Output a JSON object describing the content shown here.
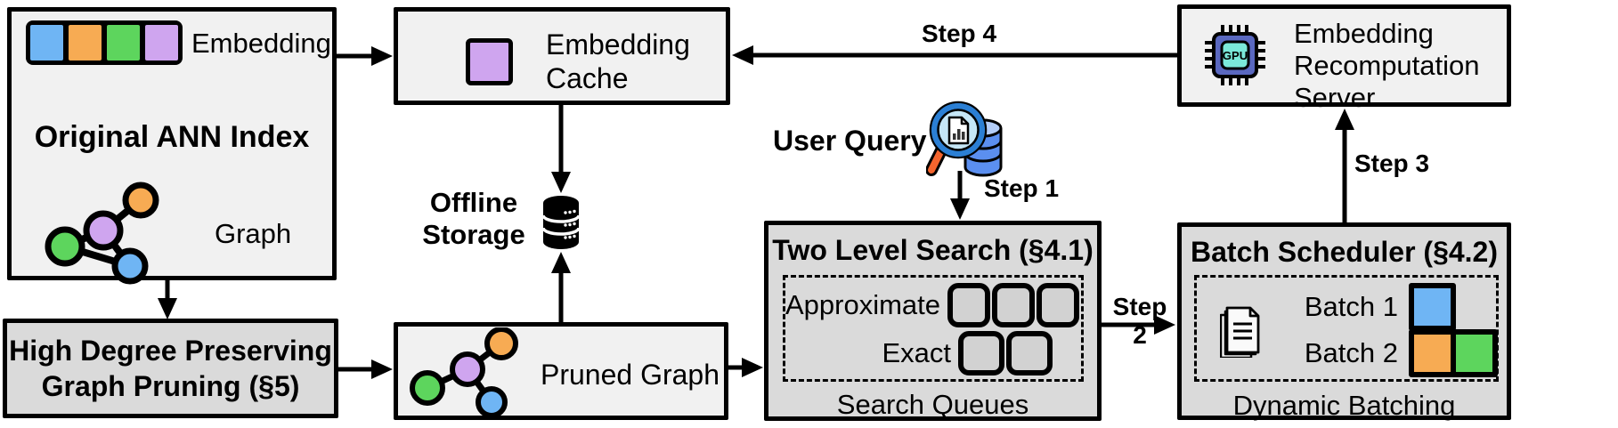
{
  "colors": {
    "blue": "#6fb5f4",
    "orange": "#f7ab53",
    "green": "#5dd55d",
    "purple": "#cfa5ef",
    "box_light": "#f1f1f1",
    "box_gray": "#dadada",
    "queue_fill": "#d2d2d2",
    "gpu_body": "#5a68c0",
    "gpu_screen": "#7be9da",
    "db_blue": "#5b8ff0",
    "db_blue_light": "#b3cdf8",
    "lens_blue": "#c5e6f6",
    "rim_blue": "#2b7fd4",
    "handle_orange": "#f4652e"
  },
  "boxes": {
    "original_ann_index": {
      "title": "Original ANN Index",
      "embedding_label": "Embedding",
      "graph_label": "Graph",
      "embedding_vector_colors": [
        "blue",
        "orange",
        "green",
        "purple"
      ]
    },
    "embedding_cache": {
      "label": "Embedding Cache"
    },
    "embedding_recomputation_server": {
      "label": "Embedding Recomputation Server",
      "chip_text": "GPU"
    },
    "offline_storage": {
      "label": "Offline Storage"
    },
    "user_query": {
      "label": "User Query"
    },
    "two_level_search": {
      "title": "Two Level Search (§4.1)",
      "approximate_label": "Approximate",
      "exact_label": "Exact",
      "approximate_queue_count": 3,
      "exact_queue_count": 2,
      "caption": "Search Queues"
    },
    "batch_scheduler": {
      "title": "Batch Scheduler (§4.2)",
      "batch1_label": "Batch 1",
      "batch1_colors": [
        "blue"
      ],
      "batch2_label": "Batch 2",
      "batch2_colors": [
        "orange",
        "green"
      ],
      "caption": "Dynamic Batching"
    },
    "graph_pruning": {
      "title": "High Degree Preserving Graph Pruning (§5)"
    },
    "pruned_graph": {
      "label": "Pruned Graph"
    }
  },
  "steps": {
    "step_1": "Step 1",
    "step_2": "Step 2",
    "step_3": "Step 3",
    "step_4": "Step 4"
  },
  "icons": {
    "embedding_vector": "row of four colored squares",
    "graph": "four colored nodes with edges",
    "pruned_graph": "four colored nodes, pruned edges",
    "cached_embedding": "purple square",
    "gpu_chip": "chip with GPU label",
    "offline_database": "black cylinder stack",
    "query_magnifier": "magnifying glass over blue database",
    "documents_stack": "stacked pages with text lines"
  }
}
